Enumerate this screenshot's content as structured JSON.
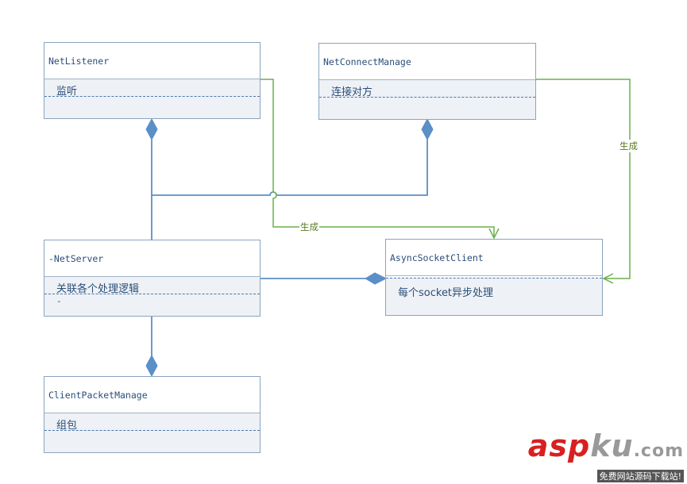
{
  "classes": {
    "net_listener": {
      "name": "NetListener",
      "attr": "监听",
      "extra": ""
    },
    "net_connect_manage": {
      "name": "NetConnectManage",
      "attr": "连接对方",
      "extra": ""
    },
    "net_server": {
      "name": "-NetServer",
      "attr": "关联各个处理逻辑",
      "extra": "-"
    },
    "async_socket_client": {
      "name": "AsyncSocketClient",
      "attr": "每个socket异步处理",
      "extra": ""
    },
    "client_packet_manage": {
      "name": "ClientPacketManage",
      "attr": "组包",
      "extra": ""
    }
  },
  "edge_labels": {
    "generate_left": "生成",
    "generate_right": "生成"
  },
  "colors": {
    "association": "#5a8fc8",
    "generate": "#6ab04c",
    "class_border": "#8aa4c0"
  },
  "watermark": {
    "logo_red": "asp",
    "logo_gray": "ku",
    "logo_suffix": ".com",
    "subtitle": "免费网站源码下载站!"
  }
}
